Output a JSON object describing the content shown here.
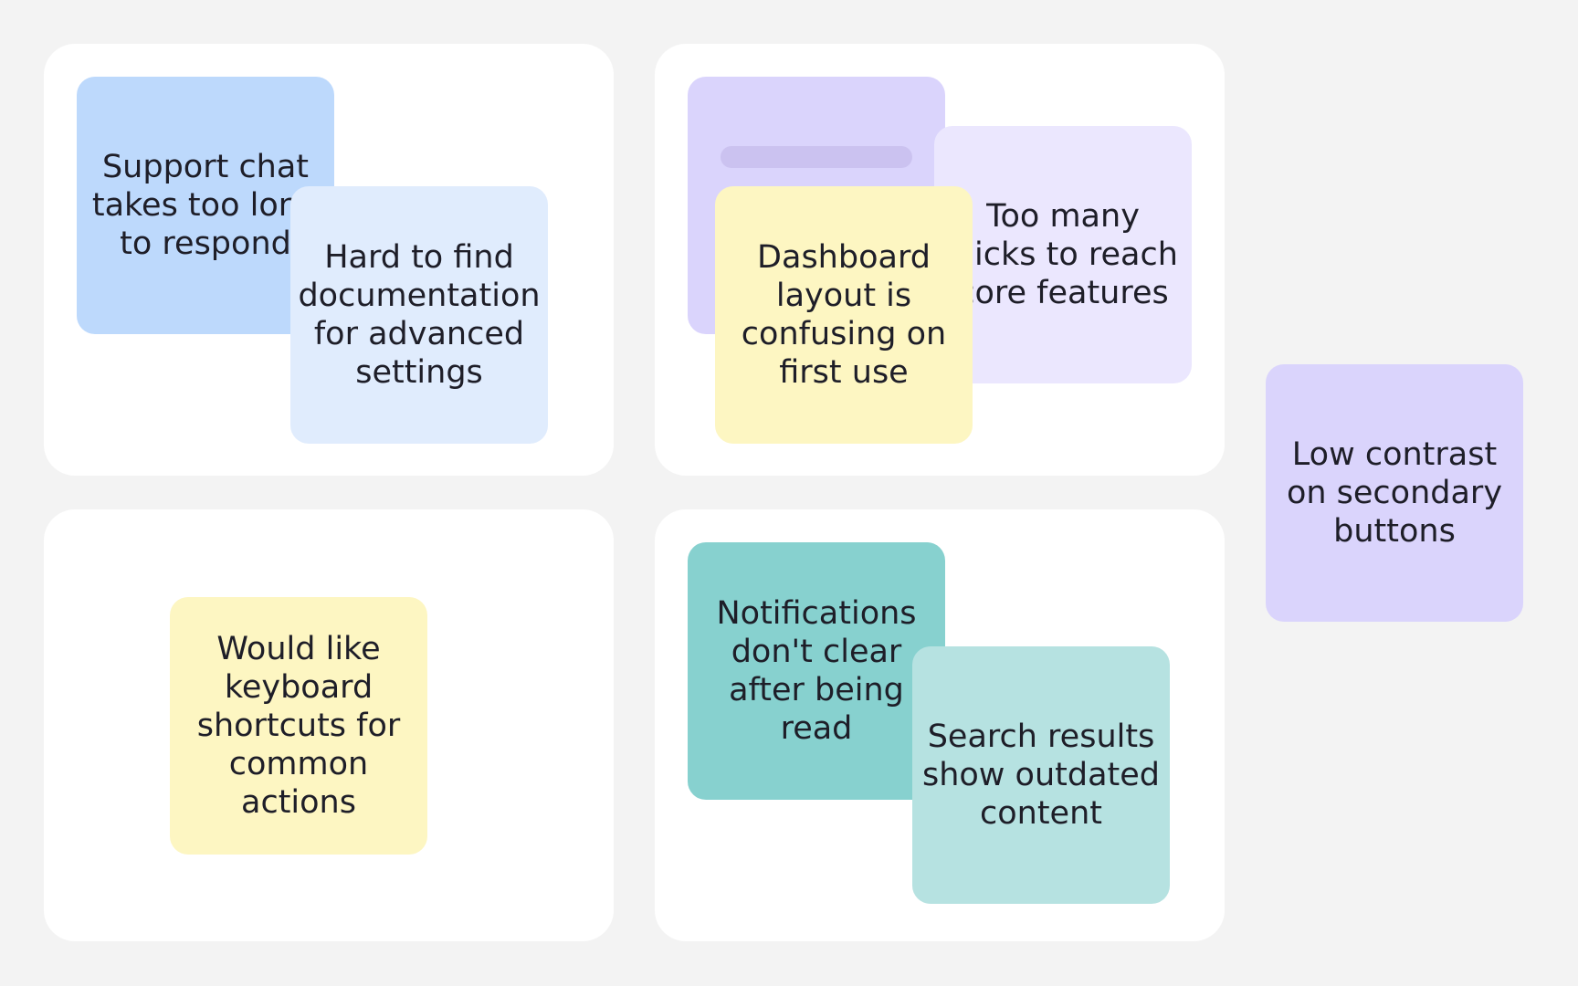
{
  "board": {
    "colors": {
      "background": "#f3f3f3",
      "cluster": "#ffffff",
      "blue": "#bdd9fc",
      "light_blue": "#e0ecfd",
      "purple": "#dad4fc",
      "light_purple": "#ebe7fe",
      "yellow": "#fdf6c2",
      "teal": "#87d1cf",
      "light_teal": "#b6e2e1"
    },
    "clusters": [
      {
        "notes": [
          {
            "text": "Support chat takes too long to respond",
            "color": "#bdd9fc"
          },
          {
            "text": "Hard to find documentation for advanced settings",
            "color": "#e0ecfd"
          }
        ]
      },
      {
        "notes": [
          {
            "text": "",
            "color": "#dad4fc"
          },
          {
            "text": "Too many clicks to reach core features",
            "color": "#ebe7fe"
          },
          {
            "text": "Dashboard layout is confusing on first use",
            "color": "#fdf6c2"
          }
        ]
      },
      {
        "notes": [
          {
            "text": "Would like keyboard shortcuts for common actions",
            "color": "#fdf6c2"
          }
        ]
      },
      {
        "notes": [
          {
            "text": "Notifications don't clear after being read",
            "color": "#87d1cf"
          },
          {
            "text": "Search results show outdated content",
            "color": "#b6e2e1"
          }
        ]
      }
    ],
    "loose_notes": [
      {
        "text": "Low contrast on secondary buttons",
        "color": "#dad4fc"
      }
    ]
  }
}
